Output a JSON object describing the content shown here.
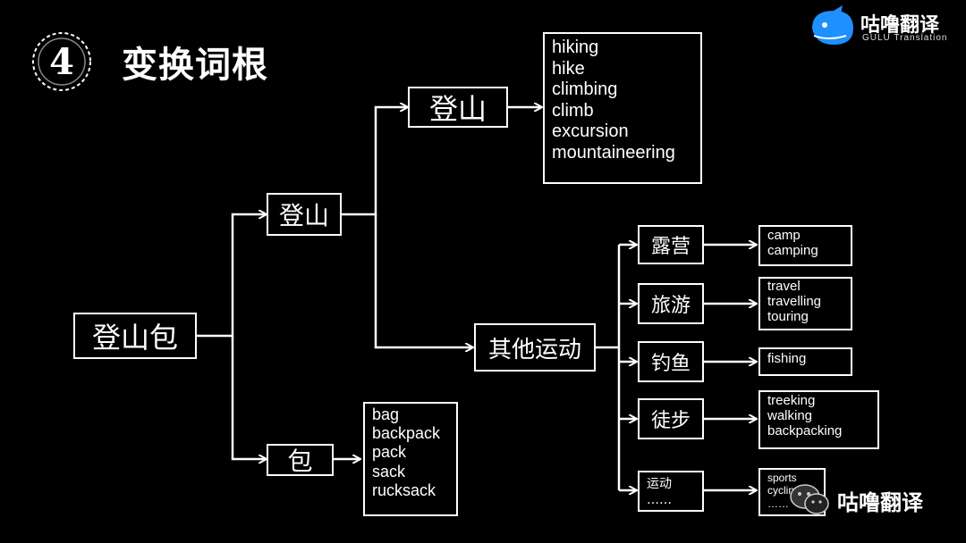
{
  "slide": {
    "number": "4",
    "title": "变换词根"
  },
  "brand": {
    "name_cn": "咕噜翻译",
    "name_en": "GULU Translation",
    "watermark": "咕噜翻译",
    "accent": "#1e90ff"
  },
  "tree": {
    "root": "登山包",
    "branch_mountain": "登山",
    "branch_bag": "包",
    "sub_mountain": "登山",
    "sub_other": "其他运动",
    "mountain_words": [
      "hiking",
      "hike",
      "climbing",
      "climb",
      "excursion",
      "mountaineering"
    ],
    "bag_words": [
      "bag",
      "backpack",
      "pack",
      "sack",
      "rucksack"
    ],
    "sports": [
      {
        "label": "露营",
        "words": [
          "camp",
          "camping"
        ]
      },
      {
        "label": "旅游",
        "words": [
          "travel",
          "travelling",
          "touring"
        ]
      },
      {
        "label": "钓鱼",
        "words": [
          "fishing"
        ]
      },
      {
        "label": "徒步",
        "words": [
          "treeking",
          "walking",
          "backpacking"
        ]
      },
      {
        "label": "运动",
        "label2": "……",
        "words": [
          "sports",
          "cycling",
          "……"
        ]
      }
    ]
  }
}
